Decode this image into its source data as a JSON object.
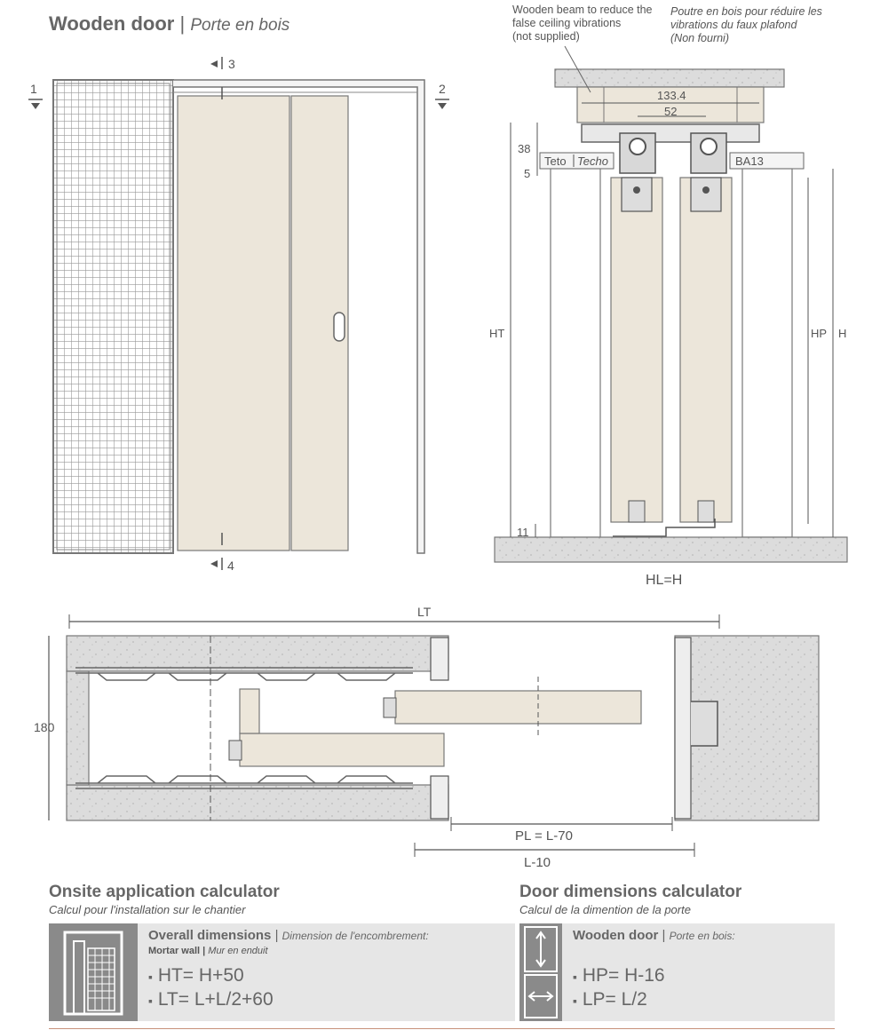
{
  "header": {
    "title_en": "Wooden door",
    "separator": "|",
    "title_fr": "Porte en bois"
  },
  "elevation": {
    "labels": {
      "one": "1",
      "two": "2",
      "three": "3",
      "four": "4"
    }
  },
  "section": {
    "note_en": [
      "Wooden beam to reduce the",
      "false ceiling vibrations",
      "(not supplied)"
    ],
    "note_fr": [
      "Poutre en bois pour réduire les",
      "vibrations du faux plafond",
      "(Non fourni)"
    ],
    "dim_133": "133.4",
    "dim_52": "52",
    "dim_38": "38",
    "dim_5": "5",
    "dim_11": "11",
    "label_teto": "Teto",
    "label_techo": "Techo",
    "label_ba13": "BA13",
    "label_ht": "HT",
    "label_hp": "HP",
    "label_h": "H",
    "label_hl": "HL=H"
  },
  "plan": {
    "label_lt": "LT",
    "label_180": "180",
    "label_pl": "PL = L-70",
    "label_l10": "L-10"
  },
  "calc_left": {
    "title": "Onsite application calculator",
    "subtitle": "Calcul pour l'installation sur le chantier",
    "panel_title": "Overall dimensions",
    "panel_sep": "|",
    "panel_title_fr": "Dimension de l'encombrement:",
    "panel_sub": "Mortar wall",
    "panel_sub_fr": "Mur en enduit",
    "formula_1": "HT= H+50",
    "formula_2": "LT= L+L/2+60"
  },
  "calc_right": {
    "title": "Door dimensions calculator",
    "subtitle": "Calcul de la dimention de la porte",
    "panel_title": "Wooden door",
    "panel_sep": "|",
    "panel_title_fr": "Porte en bois:",
    "formula_1": "HP= H-16",
    "formula_2": "LP=  L/2"
  },
  "colors": {
    "panel_bg": "#e6e6e6",
    "icon_bg": "#8a8a8a",
    "door": "#ece6da",
    "concrete": "#dcdcdc",
    "accent_line": "#c8917a"
  }
}
